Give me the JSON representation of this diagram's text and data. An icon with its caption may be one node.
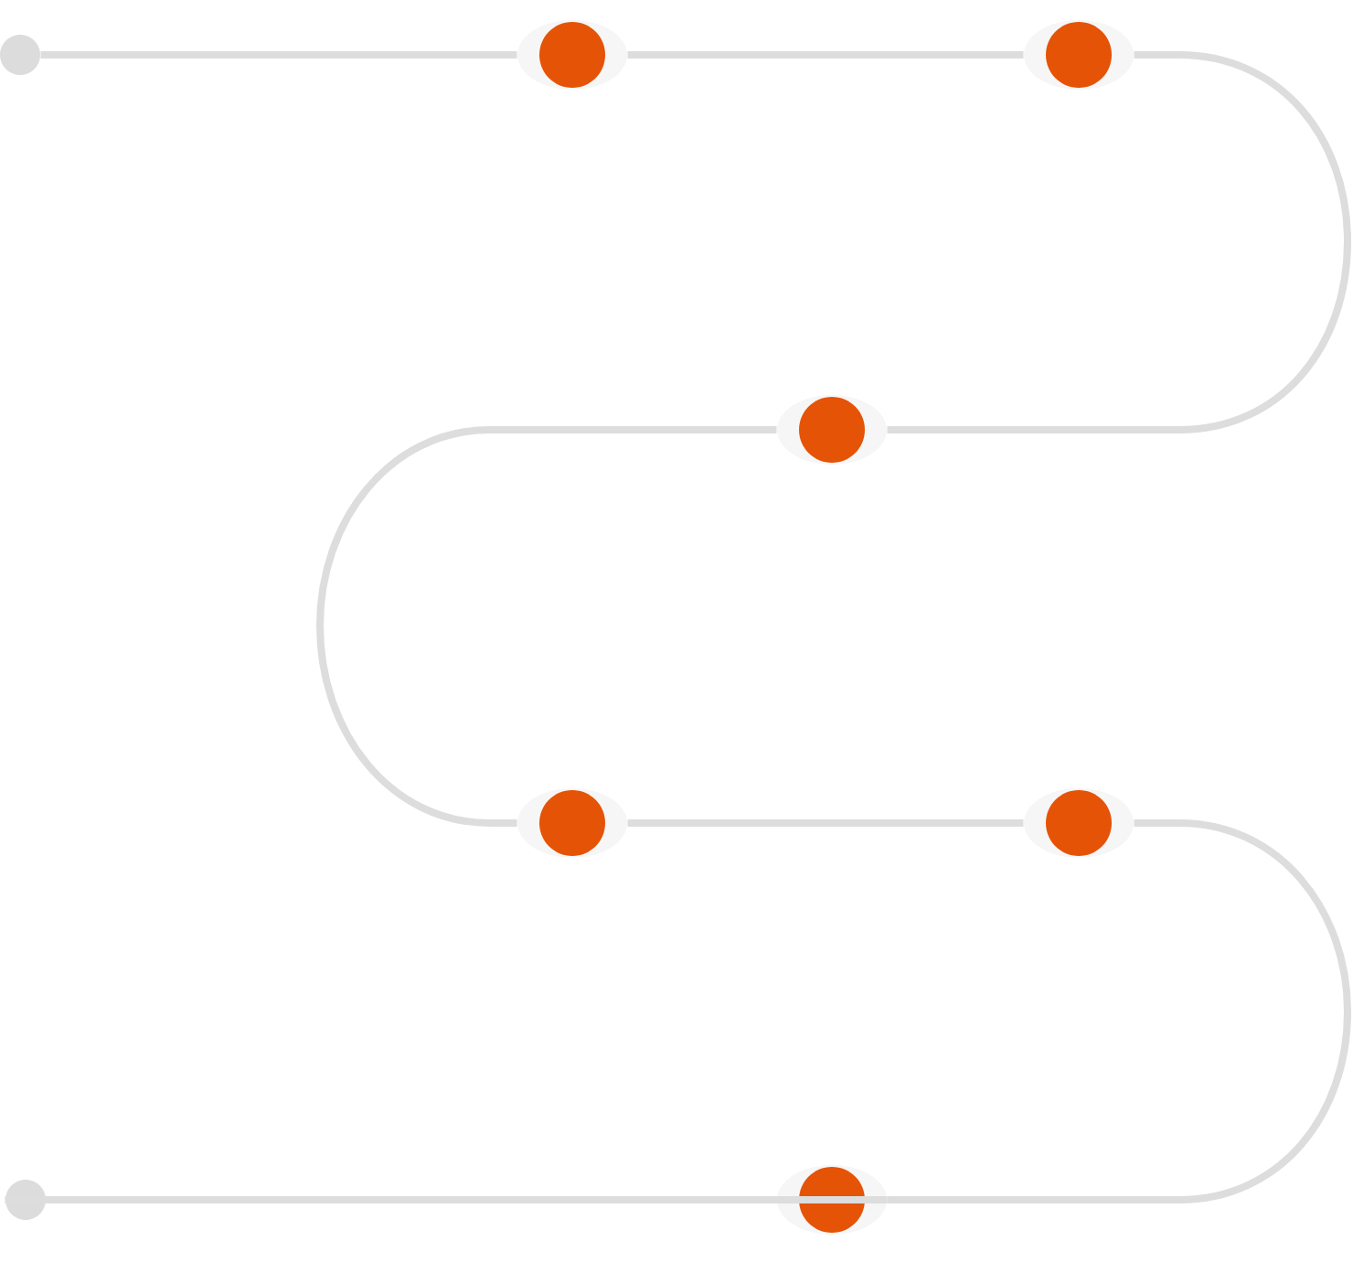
{
  "diagram": {
    "nodes": [
      {
        "text": [],
        "shape": "circle"
      },
      {
        "text": [],
        "shape": "circle"
      },
      {
        "text": [],
        "shape": "circle"
      },
      {
        "text": [],
        "shape": "circle"
      },
      {
        "text": [],
        "shape": "circle"
      },
      {
        "text": [],
        "shape": "circle"
      },
      {
        "text": [],
        "shape": "circle"
      },
      {
        "text": [],
        "shape": "circle"
      }
    ],
    "edges": [
      {
        "from": 0,
        "to": 1,
        "arrow": "none"
      },
      {
        "from": 1,
        "to": 2,
        "arrow": "none"
      },
      {
        "from": 2,
        "to": 3,
        "arrow": "none"
      },
      {
        "from": 3,
        "to": 4,
        "arrow": "none"
      },
      {
        "from": 4,
        "to": 5,
        "arrow": "none"
      },
      {
        "from": 5,
        "to": 6,
        "arrow": "none"
      },
      {
        "from": 6,
        "to": 7,
        "arrow": "none"
      }
    ]
  }
}
